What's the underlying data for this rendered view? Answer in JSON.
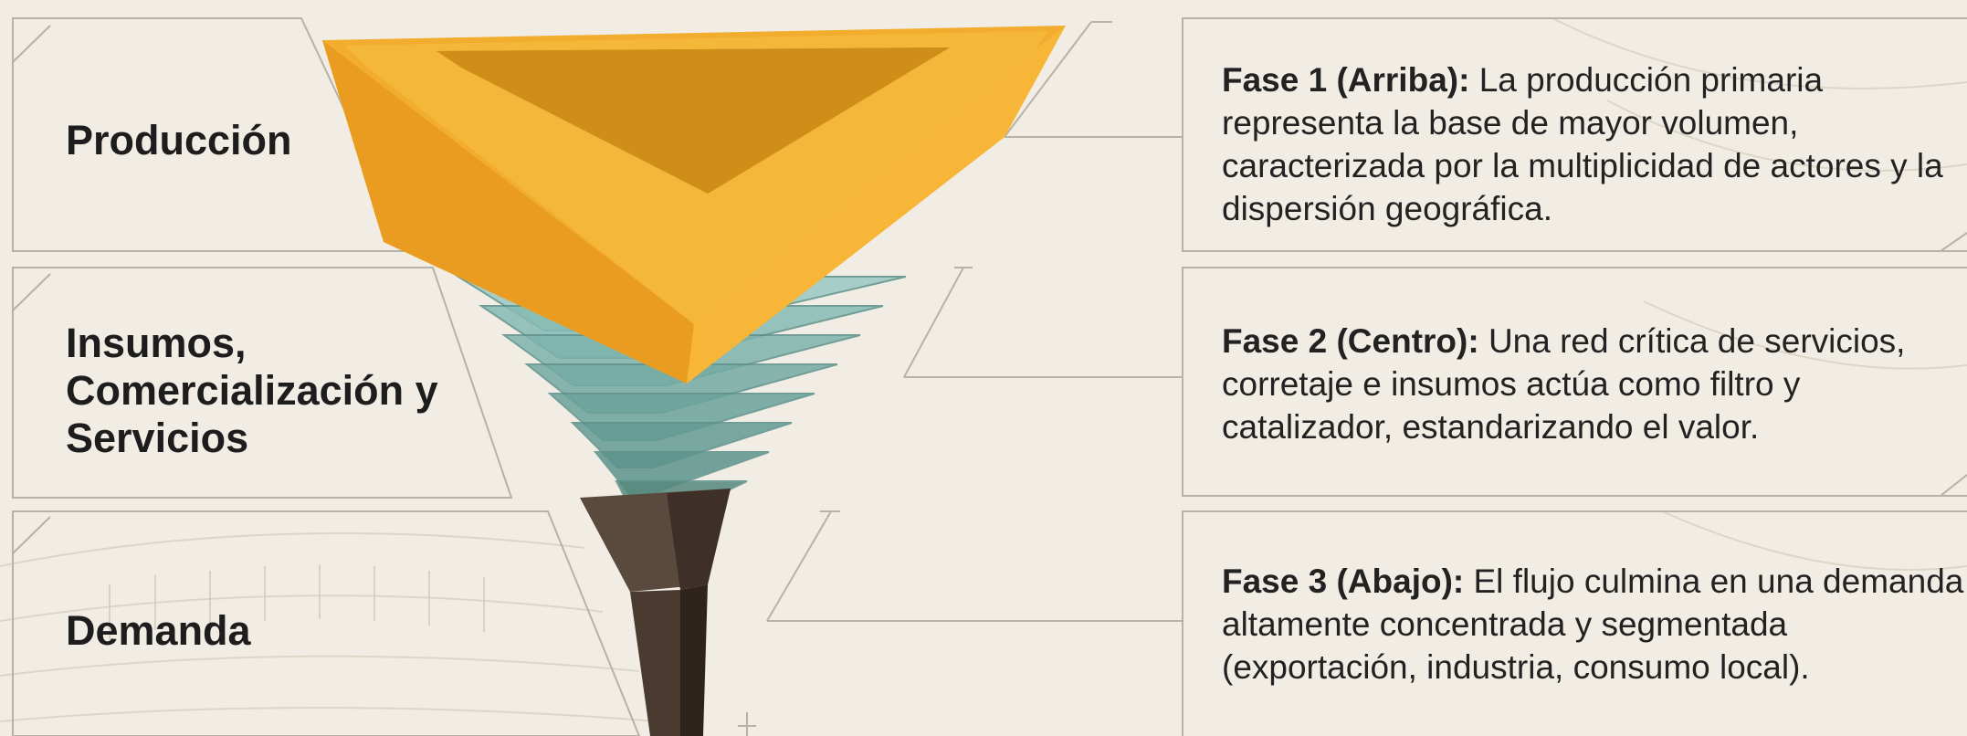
{
  "phases": [
    {
      "label": "Producción",
      "title": "Fase 1 (Arriba):",
      "text": "La producción primaria representa la base de mayor volumen, caracterizada por la multiplicidad de actores y la dispersión geográfica."
    },
    {
      "label": "Insumos, Comercialización y Servicios",
      "title": "Fase 2 (Centro):",
      "text": "Una red crítica de servicios, corretaje e insumos actúa como filtro y catalizador, estandarizando el valor."
    },
    {
      "label": "Demanda",
      "title": "Fase 3 (Abajo):",
      "text": "El flujo culmina en una demanda altamente concentrada y segmentada (exportación, industria, consumo local)."
    }
  ],
  "colors": {
    "background": "#f1ede4",
    "production": "#f0a92a",
    "services": "#7fb3ad",
    "demand": "#4a3a30",
    "panel_border": "#b8b2a6"
  }
}
